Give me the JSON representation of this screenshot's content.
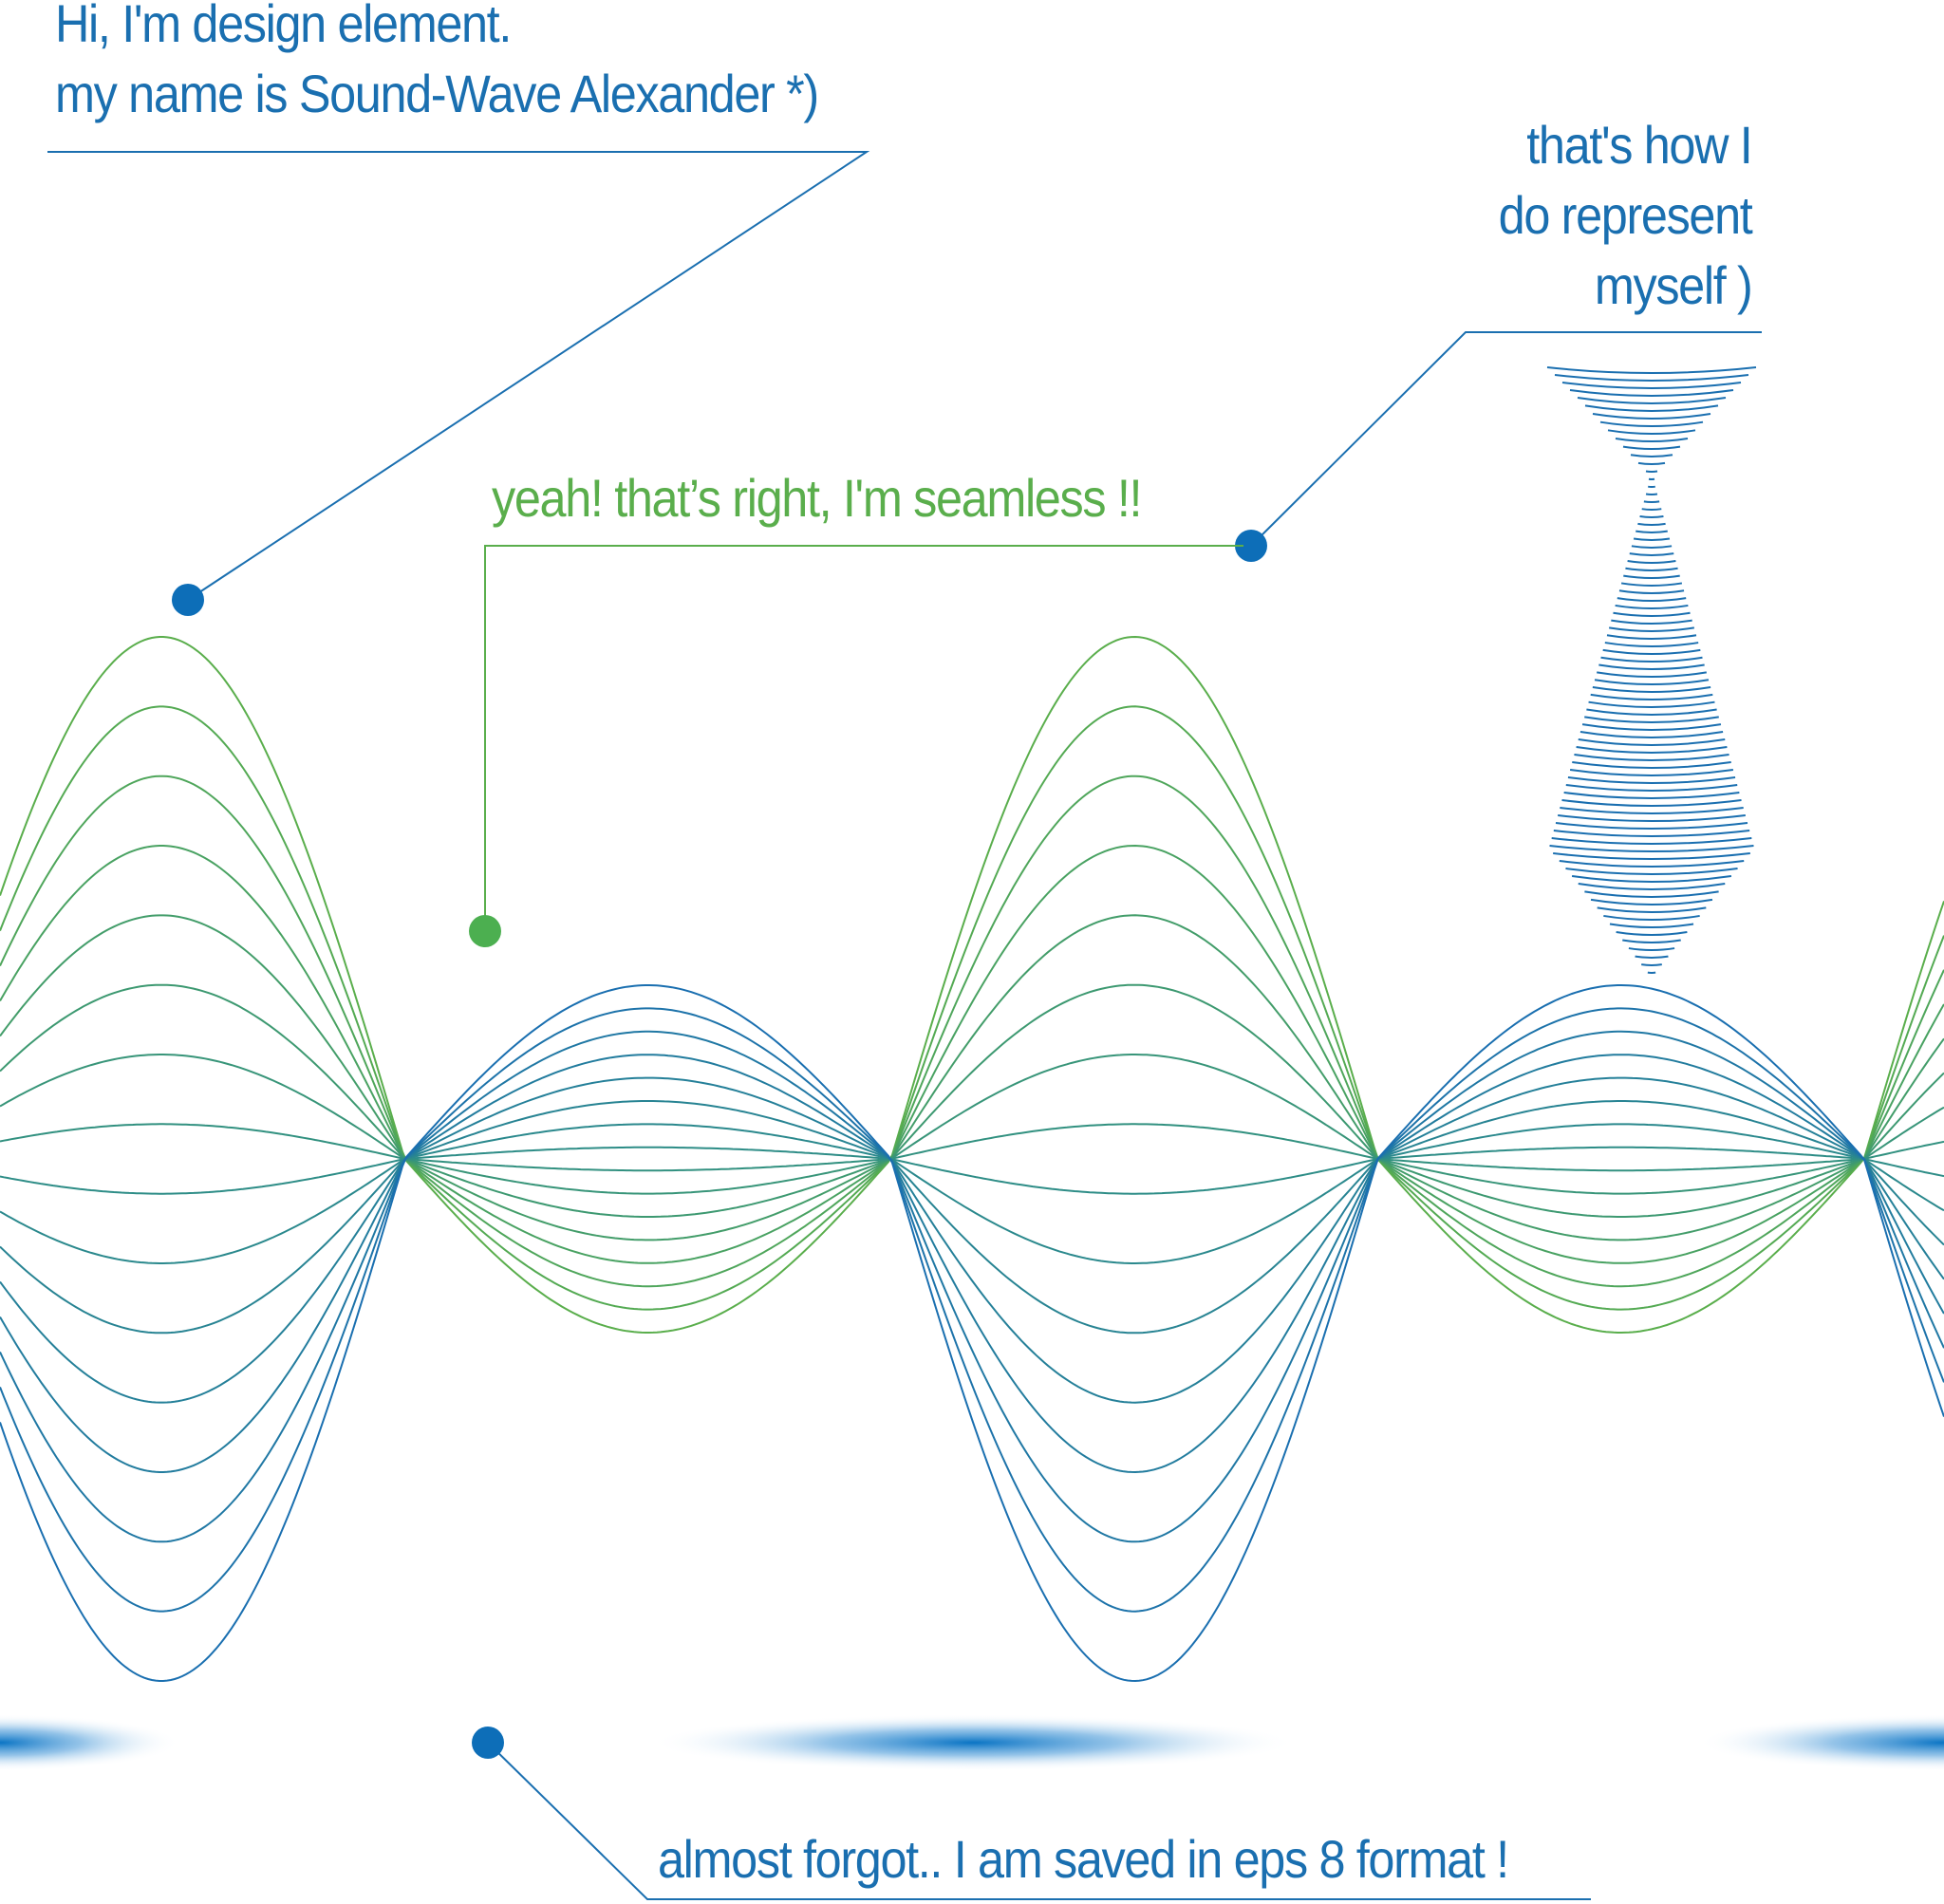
{
  "captions": {
    "intro": {
      "line1": "Hi, I'm design element.",
      "line2": "my name is Sound-Wave Alexander *)"
    },
    "self": {
      "line1": "that's how I",
      "line2": "do represent",
      "line3": "myself )"
    },
    "seamless": "yeah! that’s right, I'm seamless !!",
    "eps": "almost forgot.. I am saved in eps 8 format !"
  },
  "colors": {
    "blue": "#1a6fb0",
    "green": "#5aae4c",
    "wave_mid": "#2f8f84",
    "dot_blue": "#0d6eb8",
    "dot_green": "#4caf50",
    "shadow": "#0a74c4"
  },
  "icons": {
    "wave": "sound-wave-lines",
    "tie": "necktie-made-of-wave-lines",
    "pointer": "callout-dot"
  }
}
